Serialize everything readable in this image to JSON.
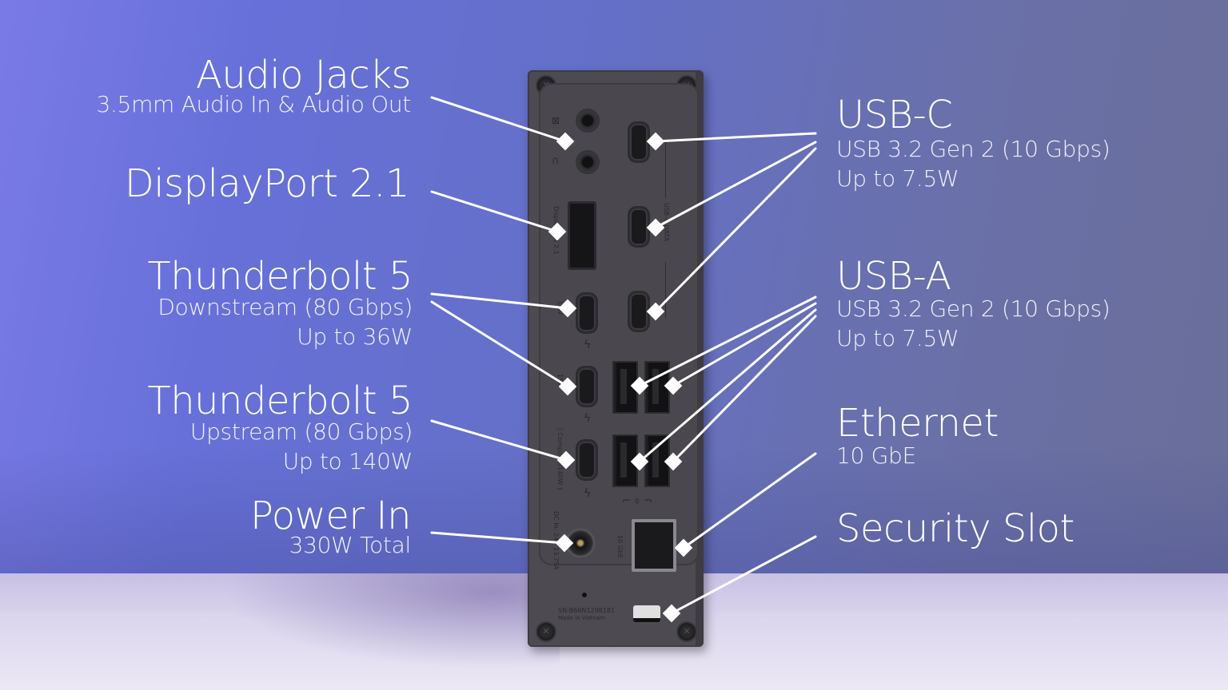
{
  "callouts_left": [
    {
      "id": "audio-jacks",
      "title": "Audio Jacks",
      "lines": [
        "3.5mm Audio In & Audio Out"
      ]
    },
    {
      "id": "displayport",
      "title": "DisplayPort 2.1",
      "lines": []
    },
    {
      "id": "thunderbolt-downstream",
      "title": "Thunderbolt 5",
      "lines": [
        "Downstream (80 Gbps)",
        "Up to 36W"
      ]
    },
    {
      "id": "thunderbolt-upstream",
      "title": "Thunderbolt 5",
      "lines": [
        "Upstream (80 Gbps)",
        "Up to 140W"
      ]
    },
    {
      "id": "power-in",
      "title": "Power In",
      "lines": [
        "330W Total"
      ]
    }
  ],
  "callouts_right": [
    {
      "id": "usb-c",
      "title": "USB-C",
      "lines": [
        "USB 3.2 Gen 2 (10 Gbps)",
        "Up to 7.5W"
      ]
    },
    {
      "id": "usb-a",
      "title": "USB-A",
      "lines": [
        "USB 3.2 Gen 2 (10 Gbps)",
        "Up to 7.5W"
      ]
    },
    {
      "id": "ethernet",
      "title": "Ethernet",
      "lines": [
        "10 GbE"
      ]
    },
    {
      "id": "security-slot",
      "title": "Security Slot",
      "lines": []
    }
  ],
  "device_labels": {
    "displayport": "DisplayPort 2.1",
    "usb_data": "USB-C DATA",
    "tb_36w": "36W",
    "tb_15w": "15W",
    "computer_140w": "[ Computer/140W ]",
    "dc_in": "DC In: 24V 13.75A",
    "ethernet": "10 GbE",
    "serial": "SN:B66N1298181",
    "made_in": "Made in Vietnam"
  },
  "colors": {
    "text": "#ffffff",
    "line": "#ffffff",
    "device": "#4d4b51"
  }
}
